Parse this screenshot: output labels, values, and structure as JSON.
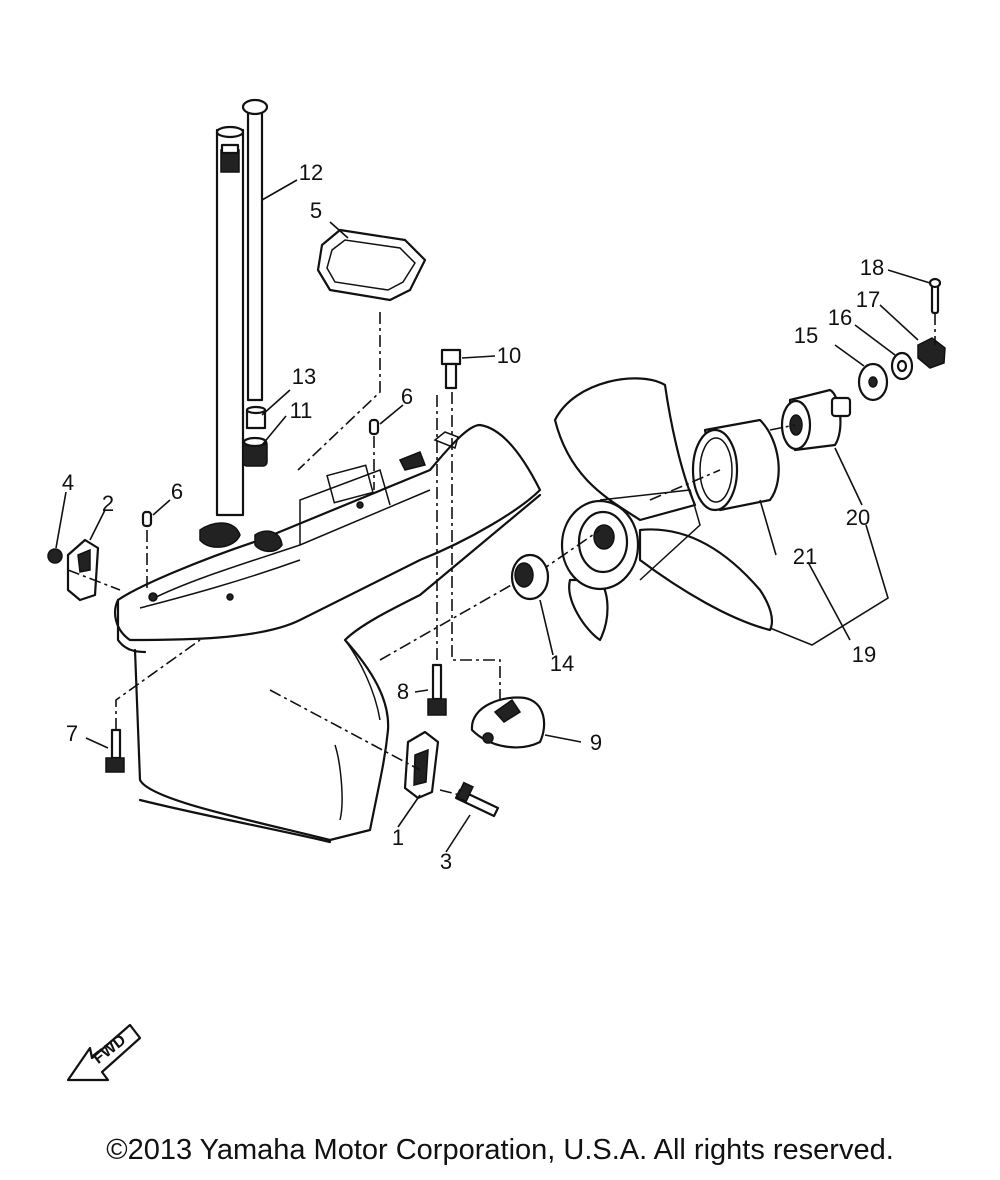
{
  "diagram": {
    "callouts": [
      {
        "id": "c1",
        "label": "1"
      },
      {
        "id": "c2",
        "label": "2"
      },
      {
        "id": "c3",
        "label": "3"
      },
      {
        "id": "c4",
        "label": "4"
      },
      {
        "id": "c5",
        "label": "5"
      },
      {
        "id": "c6a",
        "label": "6"
      },
      {
        "id": "c6b",
        "label": "6"
      },
      {
        "id": "c7",
        "label": "7"
      },
      {
        "id": "c8",
        "label": "8"
      },
      {
        "id": "c9",
        "label": "9"
      },
      {
        "id": "c10",
        "label": "10"
      },
      {
        "id": "c11",
        "label": "11"
      },
      {
        "id": "c12",
        "label": "12"
      },
      {
        "id": "c13",
        "label": "13"
      },
      {
        "id": "c14",
        "label": "14"
      },
      {
        "id": "c15",
        "label": "15"
      },
      {
        "id": "c16",
        "label": "16"
      },
      {
        "id": "c17",
        "label": "17"
      },
      {
        "id": "c18",
        "label": "18"
      },
      {
        "id": "c19",
        "label": "19"
      },
      {
        "id": "c20",
        "label": "20"
      },
      {
        "id": "c21",
        "label": "21"
      }
    ],
    "fwd_label": "FWD"
  },
  "footer": {
    "copyright": "©2013 Yamaha Motor Corporation, U.S.A. All rights reserved."
  }
}
